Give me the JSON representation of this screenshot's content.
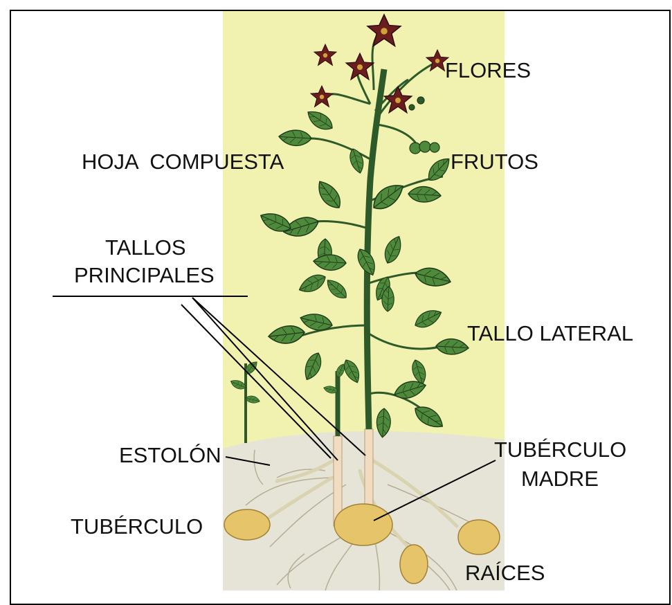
{
  "labels": {
    "flores": "FLORES",
    "hoja_compuesta": "HOJA  COMPUESTA",
    "frutos": "FRUTOS",
    "tallos_principales_1": "TALLOS",
    "tallos_principales_2": "PRINCIPALES",
    "tallo_lateral": "TALLO LATERAL",
    "estolon": "ESTOLÓN",
    "tuberculo_madre_1": "TUBÉRCULO",
    "tuberculo_madre_2": "MADRE",
    "tuberculo": "TUBÉRCULO",
    "raices": "RAÍCES"
  },
  "colors": {
    "background_band": "#f1f1b0",
    "soil": "#e6e4d6",
    "leaf": "#4f8a3c",
    "leaf_vein": "#1f3a1a",
    "stem": "#2e5a2a",
    "flower": "#6a1d1d",
    "tuber": "#e6c46a",
    "root": "#b6ad96",
    "leader_line": "#000000"
  }
}
